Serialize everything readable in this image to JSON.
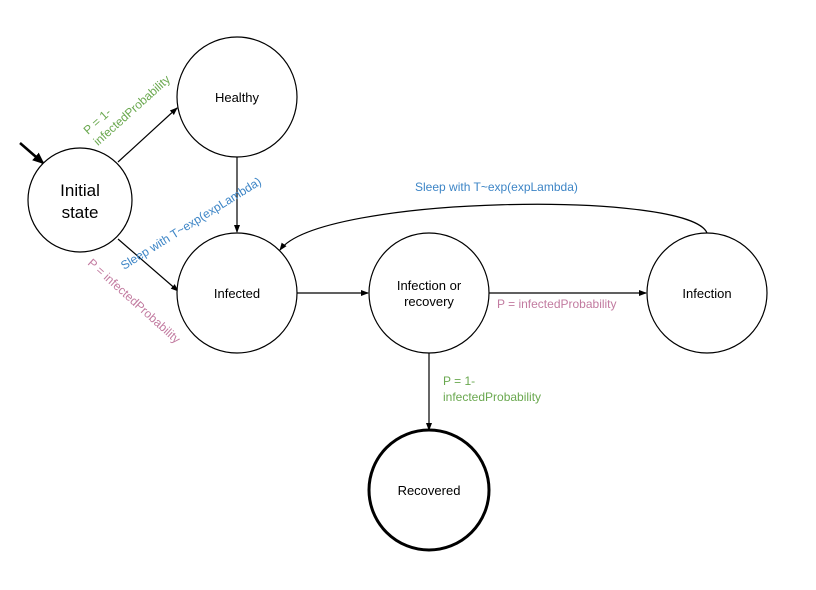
{
  "colors": {
    "green": "#6aa84f",
    "blue": "#3d85c6",
    "pink": "#c27ba0",
    "stroke": "#000000"
  },
  "nodes": {
    "initial": {
      "line1": "Initial",
      "line2": "state"
    },
    "healthy": {
      "label": "Healthy"
    },
    "infected": {
      "label": "Infected"
    },
    "infection_or_recovery": {
      "line1": "Infection or",
      "line2": "recovery"
    },
    "infection": {
      "label": "Infection"
    },
    "recovered": {
      "label": "Recovered"
    }
  },
  "edges": {
    "initial_to_healthy": {
      "line1": "P = 1-",
      "line2": "infectedProbability"
    },
    "initial_to_infected": {
      "label": "P = infectedProbability"
    },
    "healthy_to_infected": {
      "label": "Sleep with T~exp(expLambda)"
    },
    "infection_to_infected": {
      "label": "Sleep with T~exp(expLambda)"
    },
    "ior_to_infection": {
      "label": "P = infectedProbability"
    },
    "ior_to_recovered": {
      "line1": "P = 1-",
      "line2": "infectedProbability"
    }
  }
}
